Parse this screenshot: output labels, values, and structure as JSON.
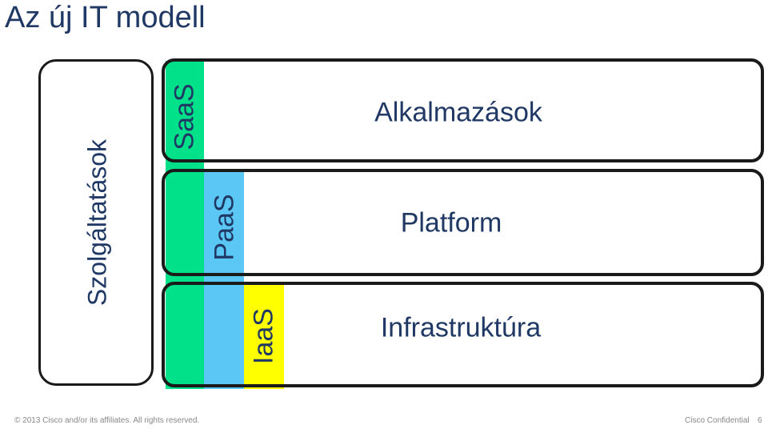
{
  "title": "Az új IT modell",
  "services_label": "Szolgáltatások",
  "layers": {
    "saas": "SaaS",
    "paas": "PaaS",
    "iaas": "IaaS"
  },
  "boxes": {
    "applications": "Alkalmazások",
    "platform": "Platform",
    "infrastructure": "Infrastruktúra"
  },
  "colors": {
    "saas": "#00e189",
    "paas": "#5bc7f4",
    "iaas": "#ffff00",
    "text": "#1f3864"
  },
  "footer": {
    "copyright": "© 2013 Cisco and/or its affiliates. All rights reserved.",
    "confidential": "Cisco Confidential",
    "page": "6"
  }
}
